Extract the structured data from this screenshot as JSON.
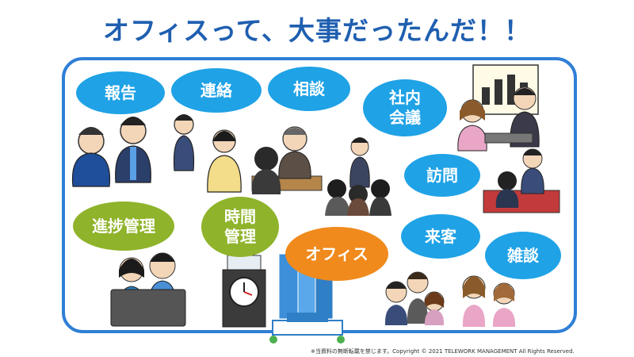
{
  "title": "オフィスって、大事だったんだ！！",
  "bubbles": {
    "report": "報告",
    "contact": "連絡",
    "consult": "相談",
    "meeting_line1": "社内",
    "meeting_line2": "会議",
    "visit": "訪問",
    "guest": "来客",
    "chat": "雑談",
    "progress": "進捗管理",
    "time_line1": "時間",
    "time_line2": "管理",
    "office": "オフィス"
  },
  "copyright": "※当資料の無断転載を禁じます。Copyright © 2021 TELEWORK MANAGEMENT All Rights Reserved.",
  "colors": {
    "title": "#1f5fb0",
    "frame": "#2f7fd6",
    "bubble_blue": "#1fa2e6",
    "bubble_green": "#8fb32a",
    "bubble_orange": "#f08a1c"
  },
  "illustrations": [
    "office-workers-illustration",
    "time-clock-icon",
    "office-building-icon",
    "whiteboard-graph-icon"
  ]
}
